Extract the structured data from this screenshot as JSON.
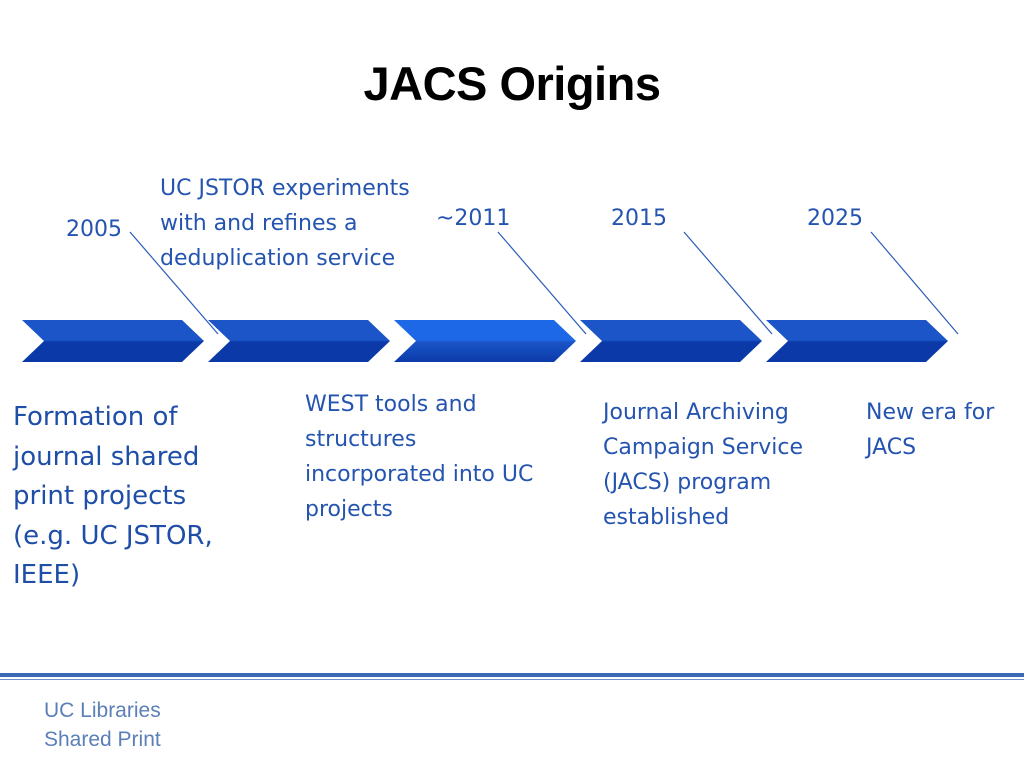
{
  "slide": {
    "title": "JACS Origins"
  },
  "timeline": {
    "events": [
      {
        "year": "2005",
        "description_lines": [
          "Formation of",
          "journal shared",
          "print projects",
          "(e.g. UC JSTOR,",
          "IEEE)"
        ]
      },
      {
        "year": "",
        "description_lines": [
          "UC JSTOR experiments",
          "with and refines a",
          "deduplication service"
        ]
      },
      {
        "year": "~2011",
        "description_lines": [
          "WEST tools and",
          "structures",
          "incorporated into UC",
          "projects"
        ]
      },
      {
        "year": "2015",
        "description_lines": [
          "Journal Archiving",
          "Campaign Service",
          "(JACS) program",
          "established"
        ]
      },
      {
        "year": "2025",
        "description_lines": [
          "New era for",
          "JACS"
        ]
      }
    ],
    "colors": {
      "chevron_top": "#1b55c8",
      "chevron_bottom": "#0b3aa8",
      "chevron_highlight": "#1d68e6",
      "callout_line": "#2a5bb8"
    }
  },
  "footer": {
    "logo_line_1": "UC Libraries",
    "logo_line_2": "Shared Print"
  }
}
